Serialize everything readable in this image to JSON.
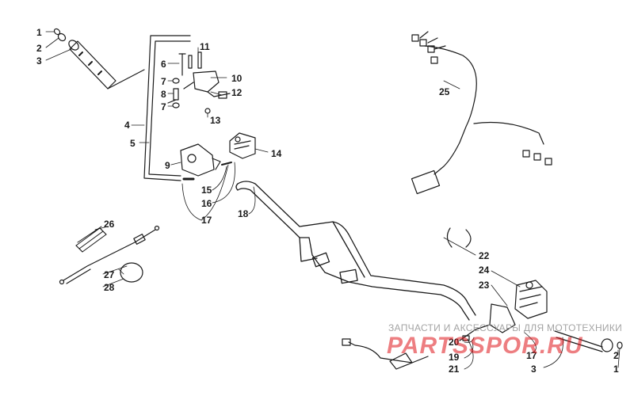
{
  "callouts": [
    {
      "id": "c1a",
      "text": "1"
    },
    {
      "id": "c2a",
      "text": "2"
    },
    {
      "id": "c3a",
      "text": "3"
    },
    {
      "id": "c4",
      "text": "4"
    },
    {
      "id": "c5",
      "text": "5"
    },
    {
      "id": "c6",
      "text": "6"
    },
    {
      "id": "c7a",
      "text": "7"
    },
    {
      "id": "c8",
      "text": "8"
    },
    {
      "id": "c7b",
      "text": "7"
    },
    {
      "id": "c9",
      "text": "9"
    },
    {
      "id": "c10",
      "text": "10"
    },
    {
      "id": "c11",
      "text": "11"
    },
    {
      "id": "c12",
      "text": "12"
    },
    {
      "id": "c13",
      "text": "13"
    },
    {
      "id": "c14",
      "text": "14"
    },
    {
      "id": "c15",
      "text": "15"
    },
    {
      "id": "c16",
      "text": "16"
    },
    {
      "id": "c17a",
      "text": "17"
    },
    {
      "id": "c18",
      "text": "18"
    },
    {
      "id": "c25",
      "text": "25"
    },
    {
      "id": "c26",
      "text": "26"
    },
    {
      "id": "c27",
      "text": "27"
    },
    {
      "id": "c28",
      "text": "28"
    },
    {
      "id": "c22",
      "text": "22"
    },
    {
      "id": "c24",
      "text": "24"
    },
    {
      "id": "c23",
      "text": "23"
    },
    {
      "id": "c20",
      "text": "20"
    },
    {
      "id": "c19",
      "text": "19"
    },
    {
      "id": "c21",
      "text": "21"
    },
    {
      "id": "c17b",
      "text": "17"
    },
    {
      "id": "c3b",
      "text": "3"
    },
    {
      "id": "c2b",
      "text": "2"
    },
    {
      "id": "c1b",
      "text": "1"
    }
  ],
  "watermark": {
    "top_text": "ЗАПЧАСТИ И АКСЕССУАРЫ ДЛЯ МОТОТЕХНИКИ",
    "logo_text": "PARTSSPOR.RU"
  },
  "colors": {
    "line": "#1a1a1a",
    "watermark_red": "#e0161b",
    "watermark_gray": "#9a9a9a"
  }
}
